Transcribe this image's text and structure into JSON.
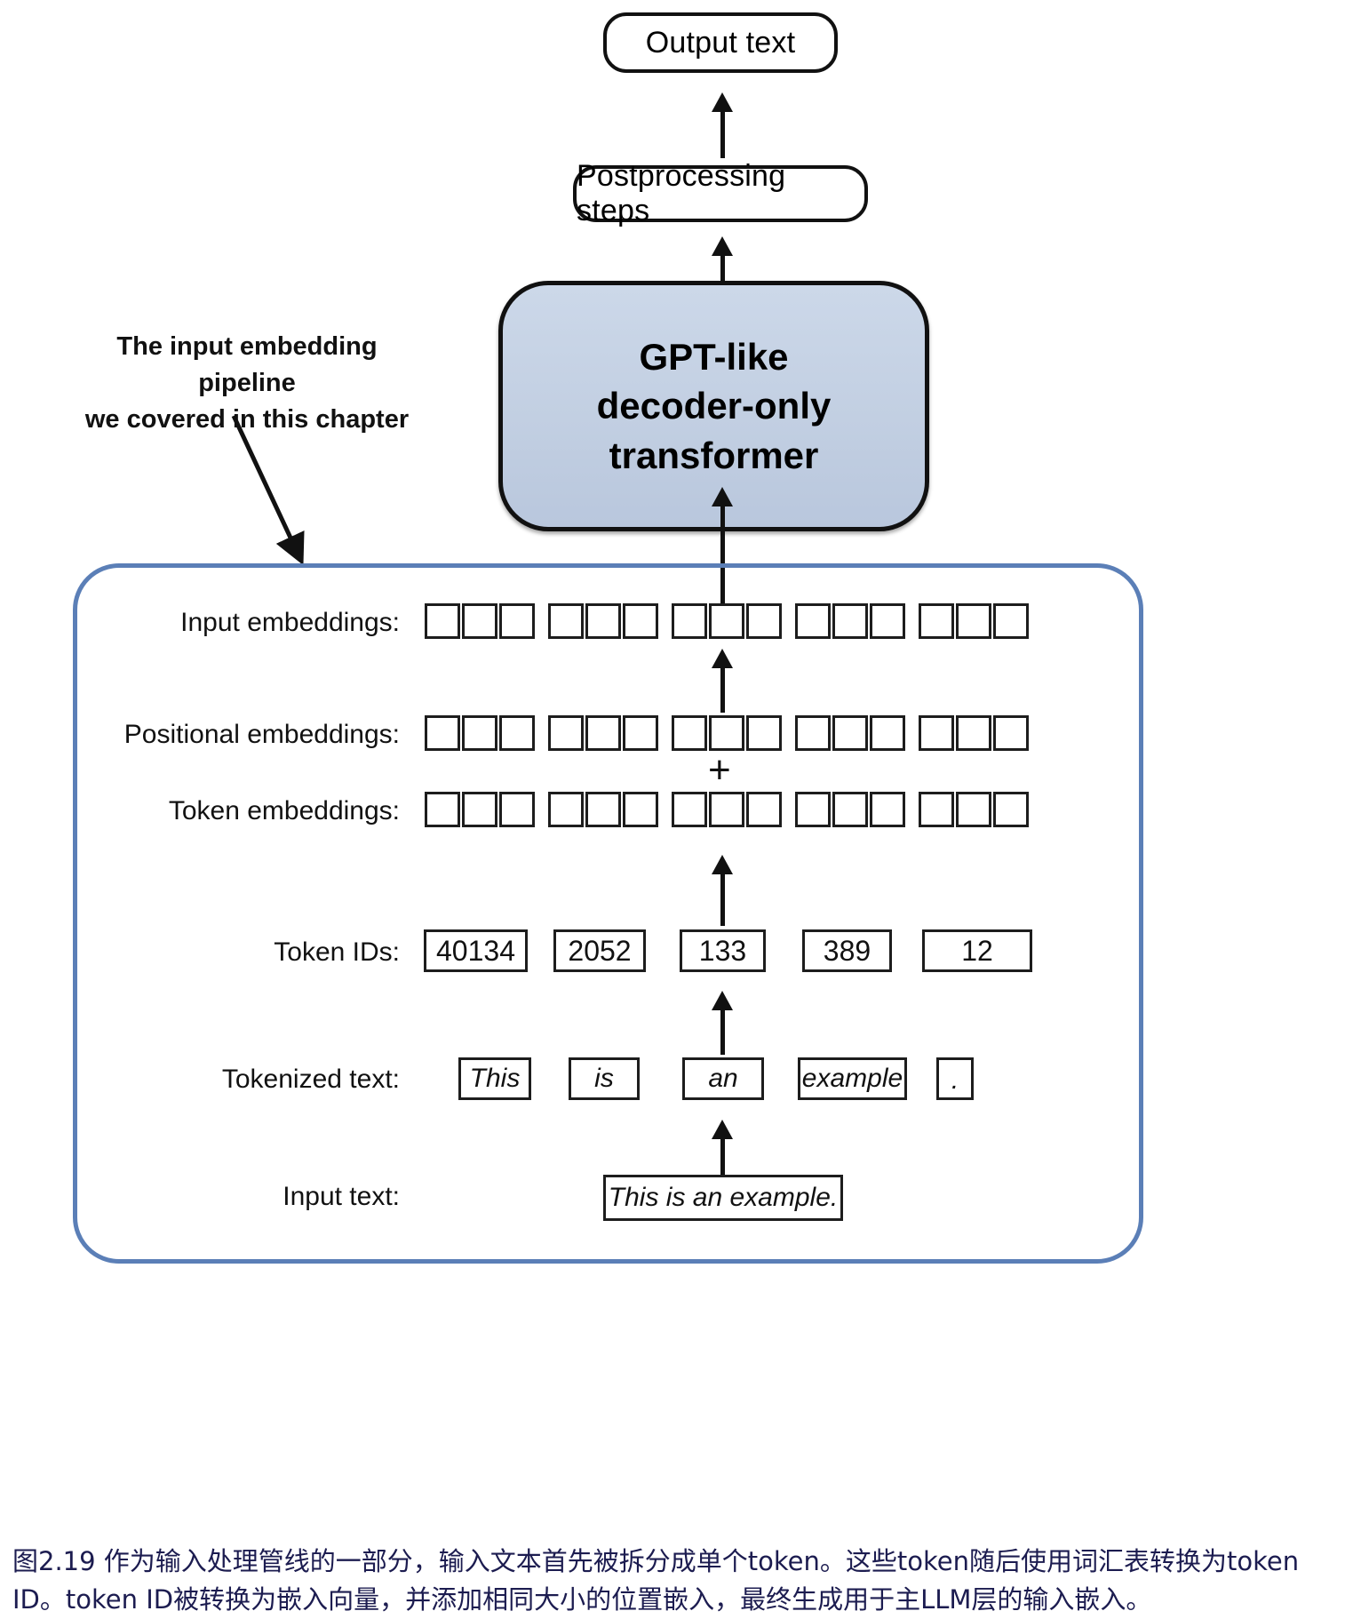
{
  "figure": {
    "top_boxes": {
      "output_text": "Output text",
      "postprocessing": "Postprocessing steps"
    },
    "transformer": {
      "line1": "GPT-like",
      "line2": "decoder-only",
      "line3": "transformer",
      "fill_color": "#c3d0e2",
      "border_color": "#111111"
    },
    "annotation": {
      "line1": "The input embedding pipeline",
      "line2": "we covered in this chapter"
    },
    "pipeline": {
      "border_color": "#5b7fb7",
      "plus_symbol": "+",
      "rows": [
        {
          "label": "Input embeddings:",
          "kind": "cells",
          "groups": 5,
          "cells_per_group": 3
        },
        {
          "label": "Positional embeddings:",
          "kind": "cells",
          "groups": 5,
          "cells_per_group": 3
        },
        {
          "label": "Token embeddings:",
          "kind": "cells",
          "groups": 5,
          "cells_per_group": 3
        },
        {
          "label": "Token IDs:",
          "kind": "values",
          "values": [
            "40134",
            "2052",
            "133",
            "389",
            "12"
          ]
        },
        {
          "label": "Tokenized text:",
          "kind": "values",
          "values": [
            "This",
            "is",
            "an",
            "example",
            "."
          ]
        },
        {
          "label": "Input text:",
          "kind": "single",
          "values": [
            "This is an example."
          ]
        }
      ]
    },
    "caption": {
      "text": "图2.19 作为输入处理管线的一部分，输入文本首先被拆分成单个token。这些token随后使用词汇表转换为token ID。token ID被转换为嵌入向量，并添加相同大小的位置嵌入，最终生成用于主LLM层的输入嵌入。",
      "color": "#1c1c50"
    }
  }
}
